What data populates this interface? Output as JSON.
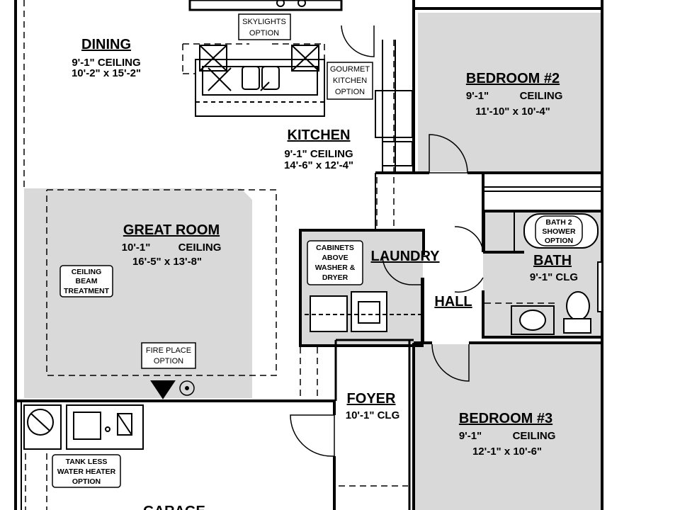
{
  "rooms": {
    "dining": {
      "name": "DINING",
      "ceiling": "9'-1\" CEILING",
      "size": "10'-2\" x 15'-2\""
    },
    "kitchen": {
      "name": "KITCHEN",
      "ceiling": "9'-1\" CEILING",
      "size": "14'-6\" x 12'-4\""
    },
    "great": {
      "name": "GREAT ROOM",
      "ceiling_a": "10'-1\"",
      "ceiling_b": "CEILING",
      "size": "16'-5\" x 13'-8\""
    },
    "bedroom2": {
      "name": "BEDROOM #2",
      "ceiling_a": "9'-1\"",
      "ceiling_b": "CEILING",
      "size": "11'-10\" x 10'-4\""
    },
    "bedroom3": {
      "name": "BEDROOM #3",
      "ceiling_a": "9'-1\"",
      "ceiling_b": "CEILING",
      "size": "12'-1\" x 10'-6\""
    },
    "laundry": {
      "name": "LAUNDRY"
    },
    "hall": {
      "name": "HALL"
    },
    "bath": {
      "name": "BATH",
      "ceiling": "9'-1\"  CLG"
    },
    "foyer": {
      "name": "FOYER",
      "ceiling": "10'-1\" CLG"
    },
    "garage": {
      "name": "GARAGE"
    }
  },
  "options": {
    "skylights": [
      "SKYLIGHTS",
      "OPTION"
    ],
    "gourmet": [
      "GOURMET",
      "KITCHEN",
      "OPTION"
    ],
    "ceiling_beam": [
      "CEILING",
      "BEAM",
      "TREATMENT"
    ],
    "fireplace": [
      "FIRE PLACE",
      "OPTION"
    ],
    "cabinets": [
      "CABINETS",
      "ABOVE",
      "WASHER &",
      "DRYER"
    ],
    "bath2_shower": [
      "BATH 2",
      "SHOWER",
      "OPTION"
    ],
    "tankless": [
      "TANK LESS",
      "WATER HEATER",
      "OPTION"
    ]
  },
  "colors": {
    "room_fill": "#d9d9d9",
    "line": "#000000",
    "background": "#ffffff"
  }
}
